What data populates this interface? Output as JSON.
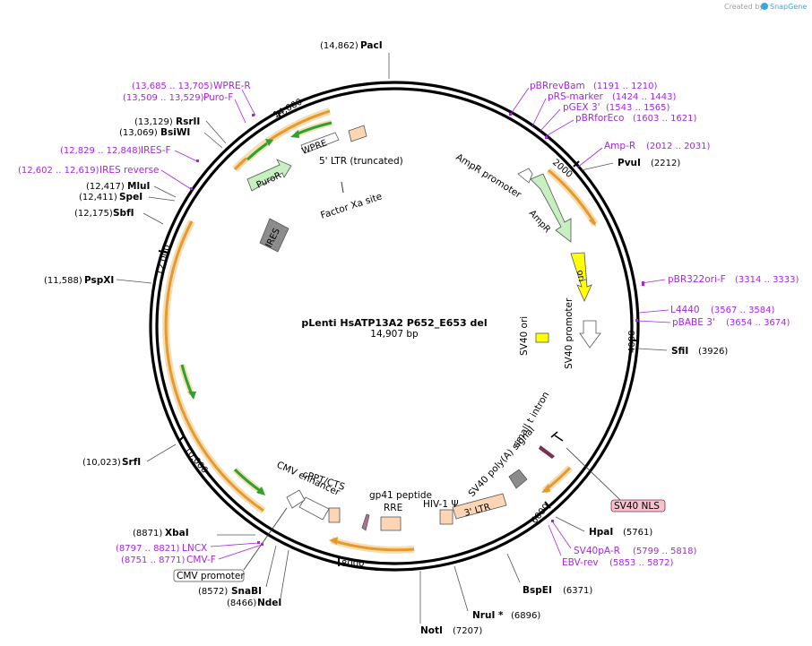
{
  "watermark": {
    "created_by": "Created by",
    "brand": "SnapGene"
  },
  "plasmid": {
    "name": "pLenti HsATP13A2 P652_E653 del",
    "size": "14,907 bp"
  },
  "ticks": [
    "2000",
    "4000",
    "6000",
    "8000",
    "10,000",
    "12,000",
    "14,000"
  ],
  "enzymes": [
    {
      "name": "PacI",
      "pos": "(14,862)"
    },
    {
      "name": "PvuI",
      "pos": "(2212)"
    },
    {
      "name": "SfiI",
      "pos": "(3926)"
    },
    {
      "name": "HpaI",
      "pos": "(5761)"
    },
    {
      "name": "BspEI",
      "pos": "(6371)"
    },
    {
      "name": "NruI *",
      "pos": "(6896)"
    },
    {
      "name": "NotI",
      "pos": "(7207)"
    },
    {
      "name": "NdeI",
      "pos": "(8466)"
    },
    {
      "name": "SnaBI",
      "pos": "(8572)"
    },
    {
      "name": "XbaI",
      "pos": "(8871)"
    },
    {
      "name": "SrfI",
      "pos": "(10,023)"
    },
    {
      "name": "PspXI",
      "pos": "(11,588)"
    },
    {
      "name": "SbfI",
      "pos": "(12,175)"
    },
    {
      "name": "SpeI",
      "pos": "(12,411)"
    },
    {
      "name": "MluI",
      "pos": "(12,417)"
    },
    {
      "name": "BsiWI",
      "pos": "(13,069)"
    },
    {
      "name": "RsrII",
      "pos": "(13,129)"
    }
  ],
  "primers": [
    {
      "name": "WPRE-R",
      "pos": "(13,685 .. 13,705)"
    },
    {
      "name": "Puro-F",
      "pos": "(13,509 .. 13,529)"
    },
    {
      "name": "IRES-F",
      "pos": "(12,829 .. 12,848)"
    },
    {
      "name": "IRES reverse",
      "pos": "(12,602 .. 12,619)"
    },
    {
      "name": "pBRrevBam",
      "pos": "(1191 .. 1210)"
    },
    {
      "name": "pRS-marker",
      "pos": "(1424 .. 1443)"
    },
    {
      "name": "pGEX 3'",
      "pos": "(1543 .. 1565)"
    },
    {
      "name": "pBRforEco",
      "pos": "(1603 .. 1621)"
    },
    {
      "name": "Amp-R",
      "pos": "(2012 .. 2031)"
    },
    {
      "name": "pBR322ori-F",
      "pos": "(3314 .. 3333)"
    },
    {
      "name": "L4440",
      "pos": "(3567 .. 3584)"
    },
    {
      "name": "pBABE 3'",
      "pos": "(3654 .. 3674)"
    },
    {
      "name": "SV40pA-R",
      "pos": "(5799 .. 5818)"
    },
    {
      "name": "EBV-rev",
      "pos": "(5853 .. 5872)"
    },
    {
      "name": "LNCX",
      "pos": "(8797 .. 8821)"
    },
    {
      "name": "CMV-F",
      "pos": "(8751 .. 8771)"
    }
  ],
  "features": {
    "puror": "PuroR",
    "wpre": "WPRE",
    "ltr5": "5' LTR (truncated)",
    "factor_xa": "Factor Xa site",
    "ires": "IRES",
    "ampr_promoter": "AmpR promoter",
    "ampr": "AmpR",
    "ori": "ori",
    "sv40_promoter": "SV40 promoter",
    "sv40_ori": "SV40 ori",
    "small_t_intron": "small t intron",
    "sv40_polya": "SV40 poly(A) signal",
    "sv40_nls": "SV40 NLS",
    "ltr3": "3' LTR",
    "hiv_psi": "HIV-1 Ψ",
    "gp41": "gp41 peptide",
    "rre": "RRE",
    "cppt": "cPPT/CTS",
    "cmv_enhancer": "CMV enhancer",
    "cmv_promoter": "CMV promoter"
  },
  "colors": {
    "backbone": "#000000",
    "primer": "#a626dc",
    "orf_arc": "#e69a2e",
    "orf_glow": "#f5deb3",
    "green_arrow": "#2fa12f",
    "ampr": "#c6f0c0",
    "ori": "#ffff00",
    "ltr": "#fcd6b4",
    "ires": "#8c8c8c",
    "nls_fill": "#f4c2cb"
  }
}
